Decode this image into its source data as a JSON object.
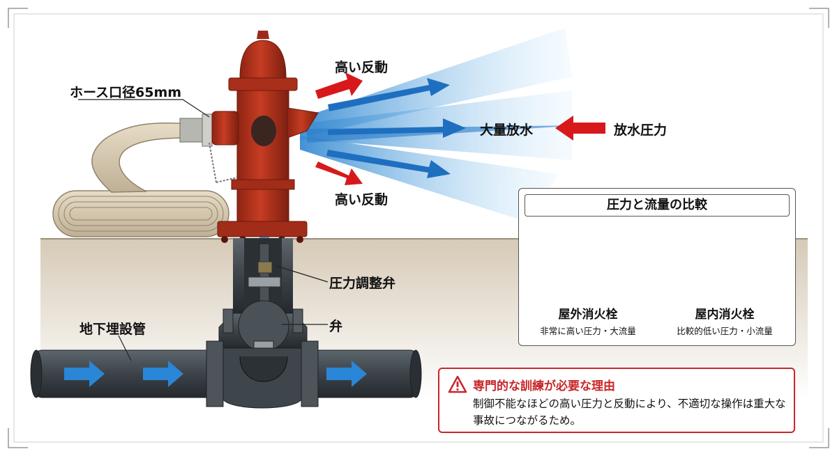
{
  "labels": {
    "hose_diameter": "ホース口径65mm",
    "high_recoil_top": "高い反動",
    "high_recoil_bottom": "高い反動",
    "large_discharge": "大量放水",
    "discharge_pressure": "放水圧力",
    "pressure_valve": "圧力調整弁",
    "valve": "弁",
    "underground_pipe": "地下埋設管"
  },
  "comparison": {
    "title": "圧力と流量の比較",
    "outdoor": {
      "name": "屋外消火栓",
      "desc": "非常に高い圧力・大流量"
    },
    "indoor": {
      "name": "屋内消火栓",
      "desc": "比較的低い圧力・小流量"
    }
  },
  "warning": {
    "title": "専門的な訓練が必要な理由",
    "body": "制御不能なほどの高い圧力と反動により、不適切な操作は重大な事故につながるため。"
  },
  "colors": {
    "hydrant_red": "#b8331f",
    "accent_red": "#d7191c",
    "water_blue": "#3a93d6",
    "pipe_dark": "#3b4147",
    "ground": "#c9bba5"
  },
  "icons": [
    "warning-icon",
    "arrow-icon",
    "hydrant-icon",
    "indoor-hydrant-icon"
  ]
}
